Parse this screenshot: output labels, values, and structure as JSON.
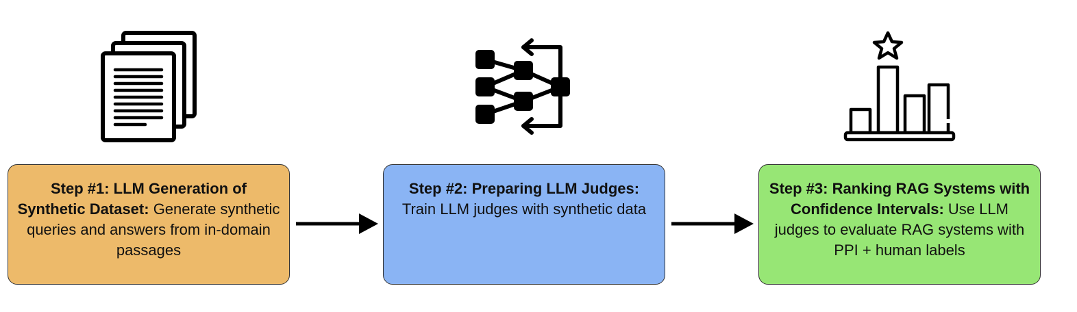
{
  "steps": [
    {
      "title": "Step #1: LLM Generation of Synthetic Dataset:",
      "body": "Generate synthetic queries and answers from in-domain passages",
      "icon": "document-stack-icon",
      "color": "#EDBA6A"
    },
    {
      "title": "Step #2: Preparing LLM Judges:",
      "body": "Train LLM judges with synthetic data",
      "icon": "network-flow-icon",
      "color": "#8AB4F4"
    },
    {
      "title": "Step #3: Ranking RAG Systems with Confidence Intervals:",
      "body": "Use LLM judges to evaluate RAG systems with PPI + human labels",
      "icon": "bar-chart-star-icon",
      "color": "#97E675"
    }
  ],
  "colors": {
    "stroke": "#000000",
    "border": "#333333"
  }
}
